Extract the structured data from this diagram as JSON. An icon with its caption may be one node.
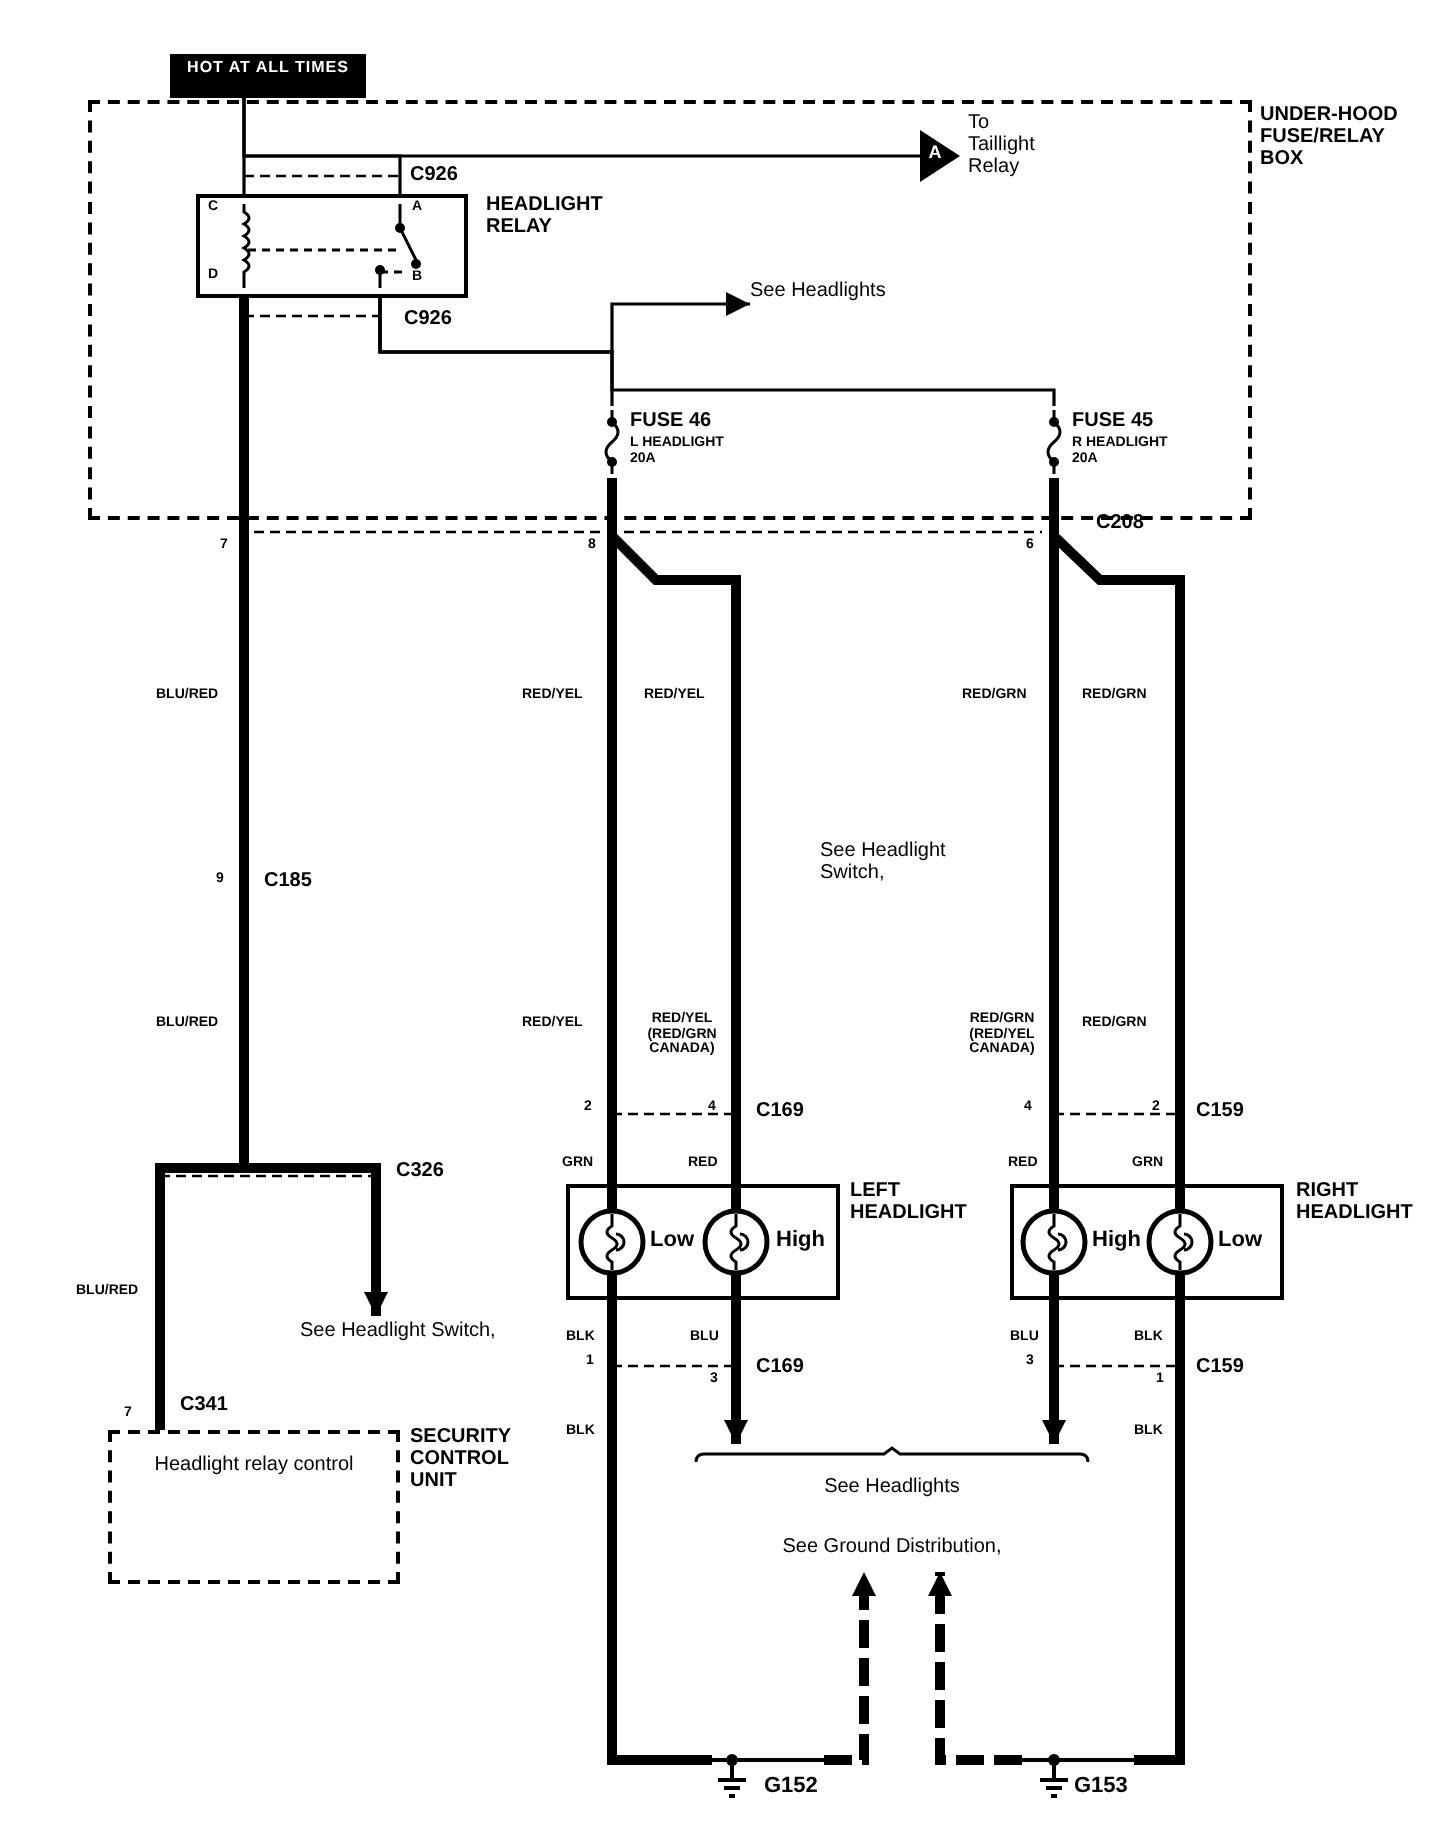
{
  "diagram": {
    "nodes": [
      {
        "text": [
          "HOT AT ALL TIMES"
        ]
      },
      {
        "text": [
          "UNDER-HOOD FUSE/RELAY BOX"
        ]
      },
      {
        "text": [
          "HEADLIGHT RELAY"
        ],
        "in": 1
      },
      {
        "text": [
          "A"
        ],
        "beside": [
          "To Taillight Relay"
        ],
        "in": 1
      },
      {
        "text": [
          "See Headlights"
        ],
        "in": 1
      },
      {
        "text": [
          "FUSE 46",
          "L HEADLIGHT 20A"
        ],
        "in": 1
      },
      {
        "text": [
          "FUSE 45",
          "R HEADLIGHT 20A"
        ],
        "in": 1
      },
      {
        "text": [
          "LEFT HEADLIGHT"
        ]
      },
      {
        "text": [
          "Low"
        ],
        "in": 7
      },
      {
        "text": [
          "High"
        ],
        "in": 7
      },
      {
        "text": [
          "RIGHT HEADLIGHT"
        ]
      },
      {
        "text": [
          "High"
        ],
        "in": 10
      },
      {
        "text": [
          "Low"
        ],
        "in": 10
      },
      {
        "text": [
          "Headlight relay control",
          "SECURITY CONTROL UNIT"
        ]
      },
      {
        "text": [
          "See Headlight Switch,"
        ]
      },
      {
        "text": [
          "See Headlights"
        ]
      },
      {
        "text": [
          "G152"
        ]
      },
      {
        "text": [
          "G153"
        ]
      },
      {
        "text": [
          "See Ground Distribution,"
        ]
      }
    ],
    "edges": [
      {
        "from": 0,
        "to": 2,
        "arrow": "none"
      },
      {
        "from": 0,
        "to": 3,
        "arrow": "none"
      },
      {
        "from": 2,
        "to": 4,
        "arrow": "to"
      },
      {
        "from": 2,
        "to": 5,
        "arrow": "none"
      },
      {
        "from": 2,
        "to": 6,
        "arrow": "none"
      },
      {
        "from": 2,
        "to": 13,
        "arrow": "none"
      },
      {
        "from": 2,
        "to": 14,
        "arrow": "to"
      },
      {
        "from": 5,
        "to": 8,
        "arrow": "none"
      },
      {
        "from": 5,
        "to": 9,
        "arrow": "none"
      },
      {
        "from": 6,
        "to": 12,
        "arrow": "none"
      },
      {
        "from": 6,
        "to": 11,
        "arrow": "none"
      },
      {
        "from": 8,
        "to": 16,
        "arrow": "none"
      },
      {
        "from": 12,
        "to": 17,
        "arrow": "none"
      },
      {
        "from": 9,
        "to": 15,
        "arrow": "to"
      },
      {
        "from": 11,
        "to": 15,
        "arrow": "to"
      },
      {
        "from": 16,
        "to": 18,
        "arrow": "to",
        "style": "dashed"
      },
      {
        "from": 17,
        "to": 18,
        "arrow": "to",
        "style": "dashed"
      }
    ],
    "labels": [
      "C926",
      "C",
      "A",
      "D",
      "B",
      "C926",
      "7",
      "8",
      "6",
      "C208",
      "BLU/RED",
      "RED/YEL",
      "RED/YEL",
      "RED/GRN",
      "RED/GRN",
      "See Headlight Switch,",
      "9",
      "C185",
      "BLU/RED",
      "RED/YEL",
      "RED/YEL (RED/GRN CANADA)",
      "RED/GRN (RED/YEL CANADA)",
      "RED/GRN",
      "2",
      "4",
      "C169",
      "4",
      "2",
      "C159",
      "GRN",
      "RED",
      "RED",
      "GRN",
      "C326",
      "BLU/RED",
      "BLK",
      "BLU",
      "BLU",
      "BLK",
      "1",
      "3",
      "C169",
      "3",
      "1",
      "C159",
      "7",
      "C341",
      "BLK",
      "BLK"
    ]
  }
}
